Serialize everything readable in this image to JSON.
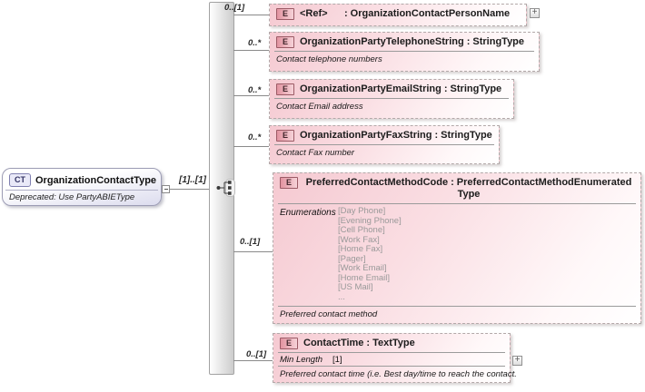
{
  "root": {
    "badge": "CT",
    "title": "OrganizationContactType",
    "note": "Deprecated: Use PartyABIEType",
    "cardinality": "[1]..[1]"
  },
  "compositor": {
    "kind": "sequence"
  },
  "title_separator": ":",
  "icons": {
    "expand_plus": "+"
  },
  "elements": [
    {
      "badge": "E",
      "name": "<Ref>",
      "type": "OrganizationContactPersonName",
      "cardinality": "0..[1]",
      "expandable": true
    },
    {
      "badge": "E",
      "name": "OrganizationPartyTelephoneString",
      "type": "StringType",
      "cardinality": "0..*",
      "description": "Contact telephone numbers"
    },
    {
      "badge": "E",
      "name": "OrganizationPartyEmailString",
      "type": "StringType",
      "cardinality": "0..*",
      "description": "Contact Email address"
    },
    {
      "badge": "E",
      "name": "OrganizationPartyFaxString",
      "type": "StringType",
      "cardinality": "0..*",
      "description": "Contact Fax number"
    },
    {
      "badge": "E",
      "name": "PreferredContactMethodCode",
      "type": "PreferredContactMethodEnumeratedType",
      "cardinality": "0..[1]",
      "enumerations_label": "Enumerations",
      "enumerations": [
        "[Day Phone]",
        "[Evening Phone]",
        "[Cell Phone]",
        "[Work Fax]",
        "[Home Fax]",
        "[Pager]",
        "[Work Email]",
        "[Home Email]",
        "[US Mail]",
        "..."
      ],
      "description": "Preferred contact method"
    },
    {
      "badge": "E",
      "name": "ContactTime",
      "type": "TextType",
      "cardinality": "0..[1]",
      "facet_label": "Min Length",
      "facet_value": "[1]",
      "description": "Preferred contact time (i.e. Best day/time to reach the contact.",
      "expandable": true
    }
  ],
  "colors": {
    "pink_strong": "#f5c9d1",
    "pink_mid": "#fadee3",
    "badge_border": "#9b5a65",
    "badge_fill_1": "#e293a0",
    "badge_fill_2": "#f6d2d8",
    "root_fill": "#dcdcee",
    "root_border": "#9c9cb4",
    "bar_fill": "#cccccc",
    "line": "#8a8a8a",
    "enum_text": "#999999"
  }
}
